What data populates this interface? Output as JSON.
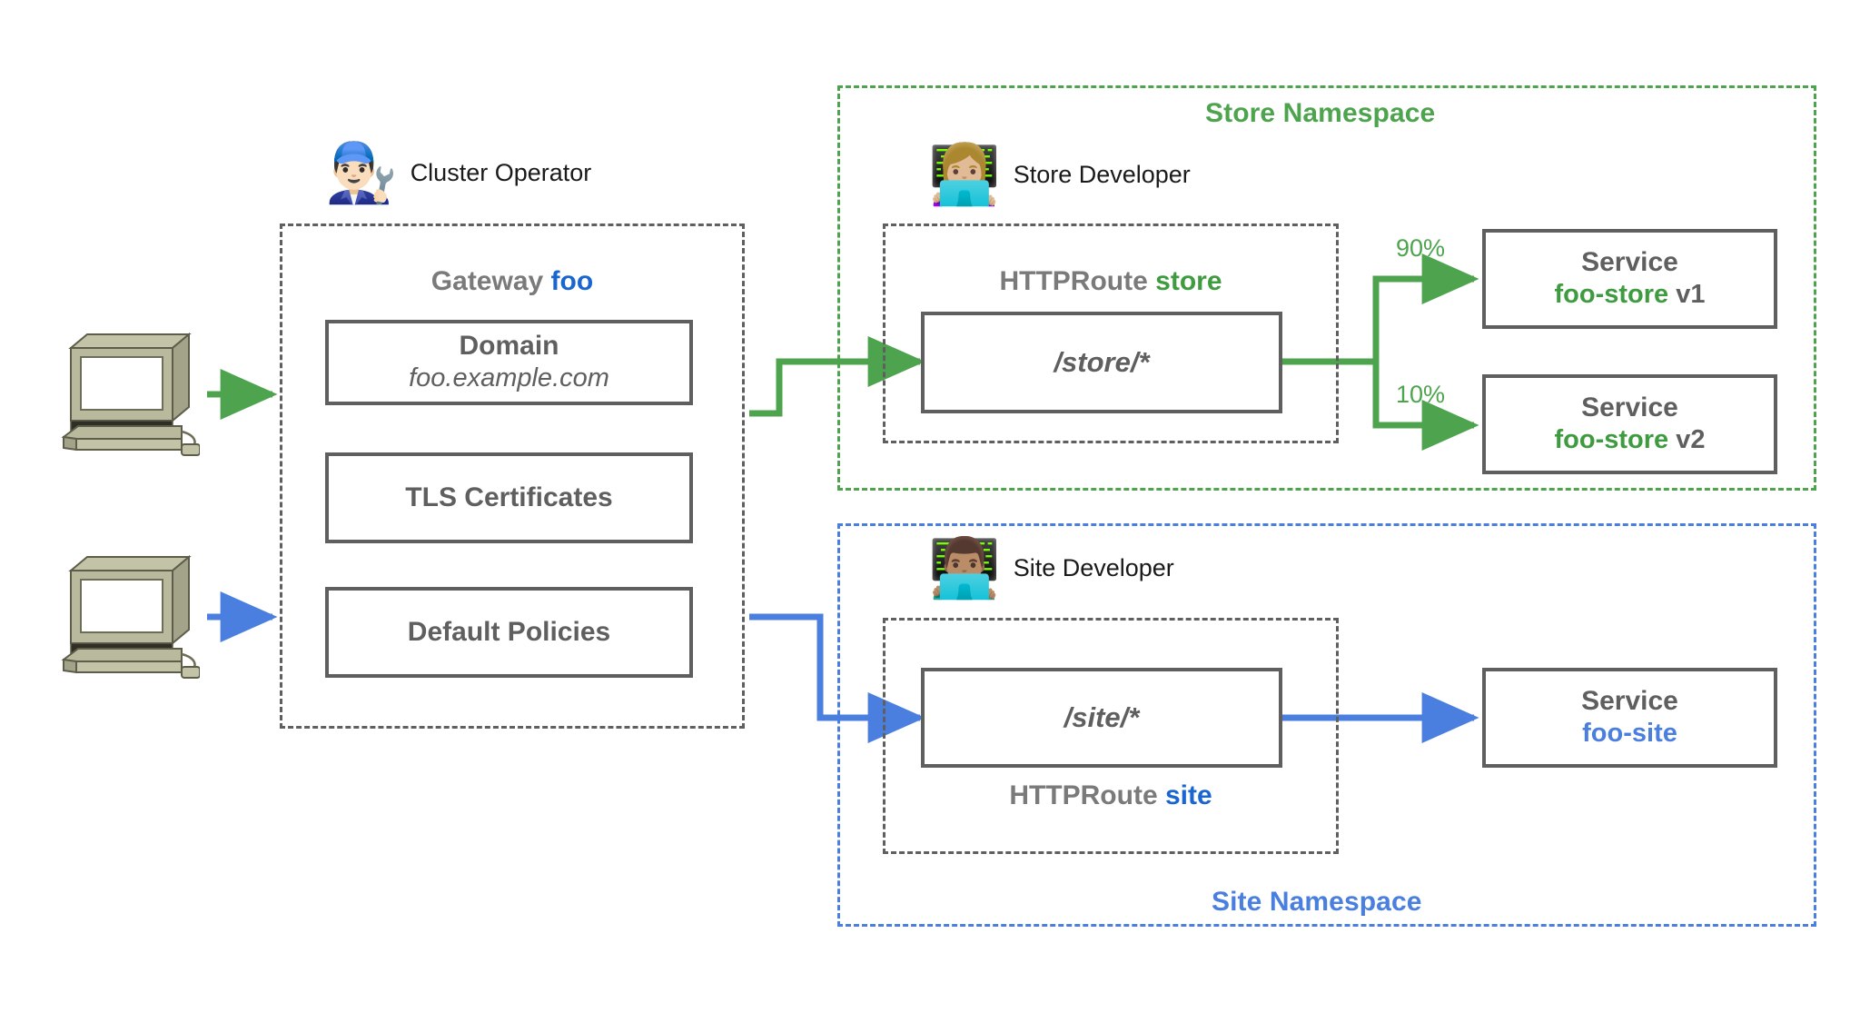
{
  "diagram": {
    "title": "Kubernetes Gateway API role-oriented routing diagram",
    "colors": {
      "green": "#4ea44e",
      "green_text": "#3f9b3f",
      "blue": "#4a7fe0",
      "blue_text": "#1a66d0",
      "grey_box": "#5f5f5f",
      "grey_title": "#7a7a7a",
      "dark_text": "#1a1a1a",
      "computer_body": "#b7b79a",
      "computer_shade": "#9a9a80",
      "computer_screen": "#ffffff"
    }
  },
  "clients": [
    {
      "id": "client-top",
      "icon": "desktop-computer-icon",
      "arrow_color": "#4ea44e"
    },
    {
      "id": "client-bottom",
      "icon": "desktop-computer-icon",
      "arrow_color": "#4a7fe0"
    }
  ],
  "cluster_operator": {
    "persona_label": "Cluster Operator",
    "persona_icon": "man-mechanic-emoji",
    "persona_emoji": "👨🏻‍🔧",
    "group_title_prefix": "Gateway",
    "group_title_accent": "foo",
    "items": [
      {
        "line1": "Domain",
        "line2": "foo.example.com",
        "line2_style": "italic"
      },
      {
        "line1": "TLS Certificates",
        "line2": "",
        "line2_style": "none"
      },
      {
        "line1": "Default Policies",
        "line2": "",
        "line2_style": "none"
      }
    ]
  },
  "store_namespace": {
    "label": "Store Namespace",
    "persona_label": "Store Developer",
    "persona_icon": "woman-technologist-emoji",
    "persona_emoji": "👩🏼‍💻",
    "route_title_prefix": "HTTPRoute",
    "route_title_accent": "store",
    "route_match": "/store/*",
    "backends": [
      {
        "weight_label": "90%",
        "kind": "Service",
        "name": "foo-store",
        "version": "v1"
      },
      {
        "weight_label": "10%",
        "kind": "Service",
        "name": "foo-store",
        "version": "v2"
      }
    ]
  },
  "site_namespace": {
    "label": "Site Namespace",
    "persona_label": "Site Developer",
    "persona_icon": "man-technologist-emoji",
    "persona_emoji": "👨🏽‍💻",
    "route_title_prefix": "HTTPRoute",
    "route_title_accent": "site",
    "route_match": "/site/*",
    "backends": [
      {
        "weight_label": "",
        "kind": "Service",
        "name": "foo-site",
        "version": ""
      }
    ]
  }
}
